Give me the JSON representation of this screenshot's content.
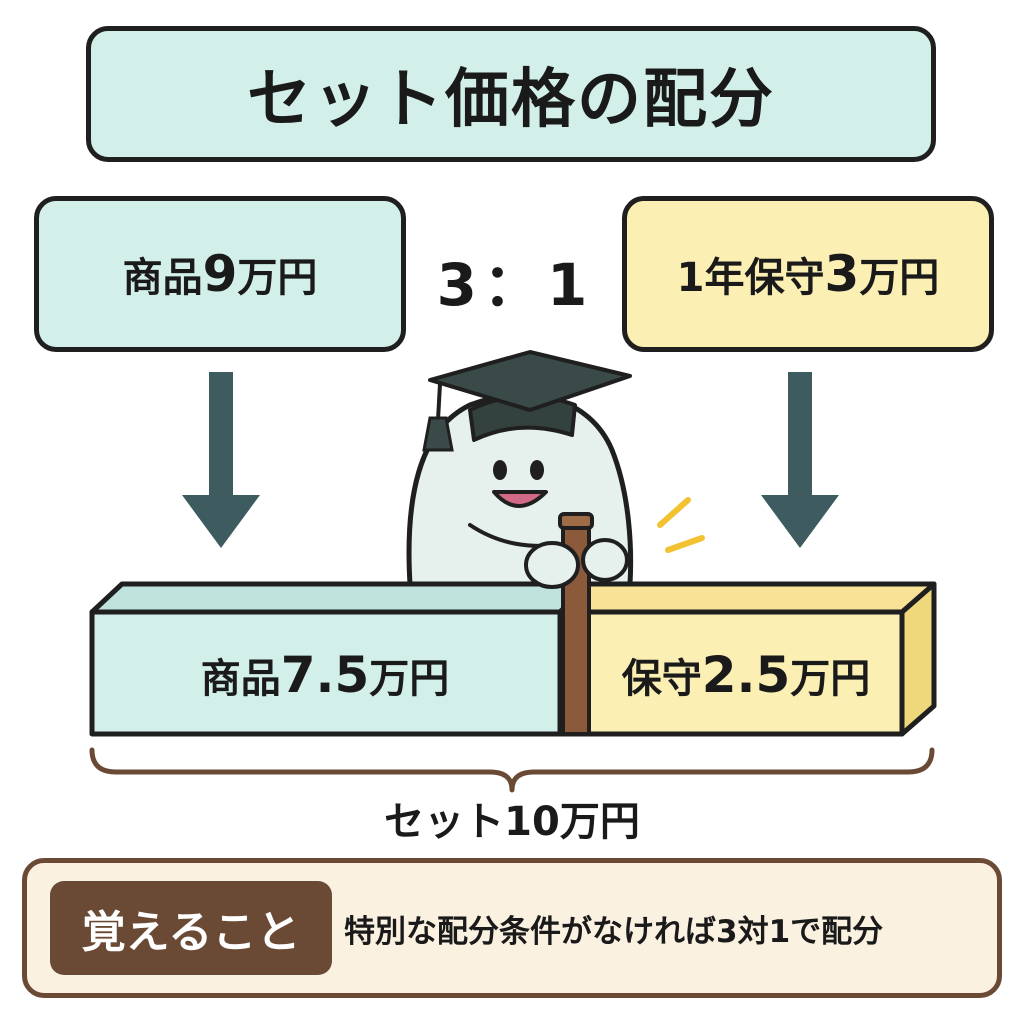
{
  "title": "セット価格の配分",
  "left_box": {
    "label": "商品",
    "amount": "9",
    "unit": "万円"
  },
  "ratio": "3：1",
  "right_box": {
    "label": "1年保守",
    "amount": "3",
    "unit": "万円"
  },
  "bar_left": {
    "label": "商品",
    "amount": "7.5",
    "unit": "万円"
  },
  "bar_right": {
    "label": "保守",
    "amount": "2.5",
    "unit": "万円"
  },
  "total": "セット10万円",
  "memo": {
    "tag": "覚えること",
    "text": "特別な配分条件がなければ3対1で配分"
  },
  "colors": {
    "mint": "#d2efe9",
    "yellow": "#fbefb4",
    "arrow": "#3e5b60",
    "brown": "#6b4a35",
    "memo_bg": "#fbf1e1",
    "outline": "#1f1f1f"
  },
  "icons": [
    "arrow-down-icon",
    "mascot-graduation-cap-icon",
    "divider-stick-icon",
    "sparkle-icon",
    "brace-icon"
  ]
}
